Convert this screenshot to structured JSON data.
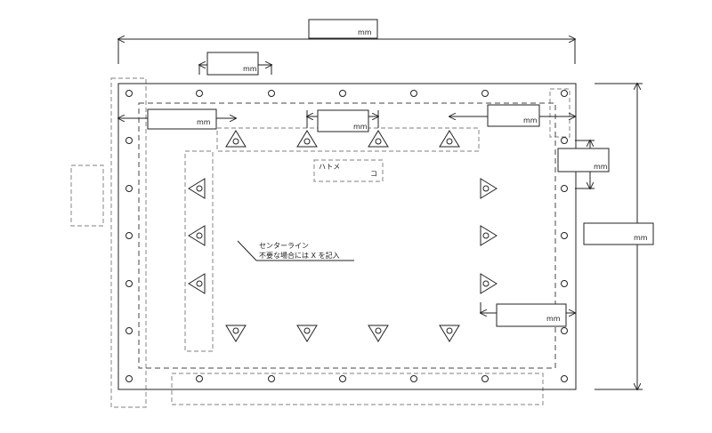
{
  "unit_label": "mm",
  "grommet_label": "ハトメ",
  "grommet_count_suffix": "コ",
  "center_line_note": {
    "line1": "センターライン",
    "line2": "不要な場合には X を記入"
  },
  "icons": {
    "eyelet": "circle-eyelet-icon",
    "marker": "triangle-marker-icon"
  }
}
